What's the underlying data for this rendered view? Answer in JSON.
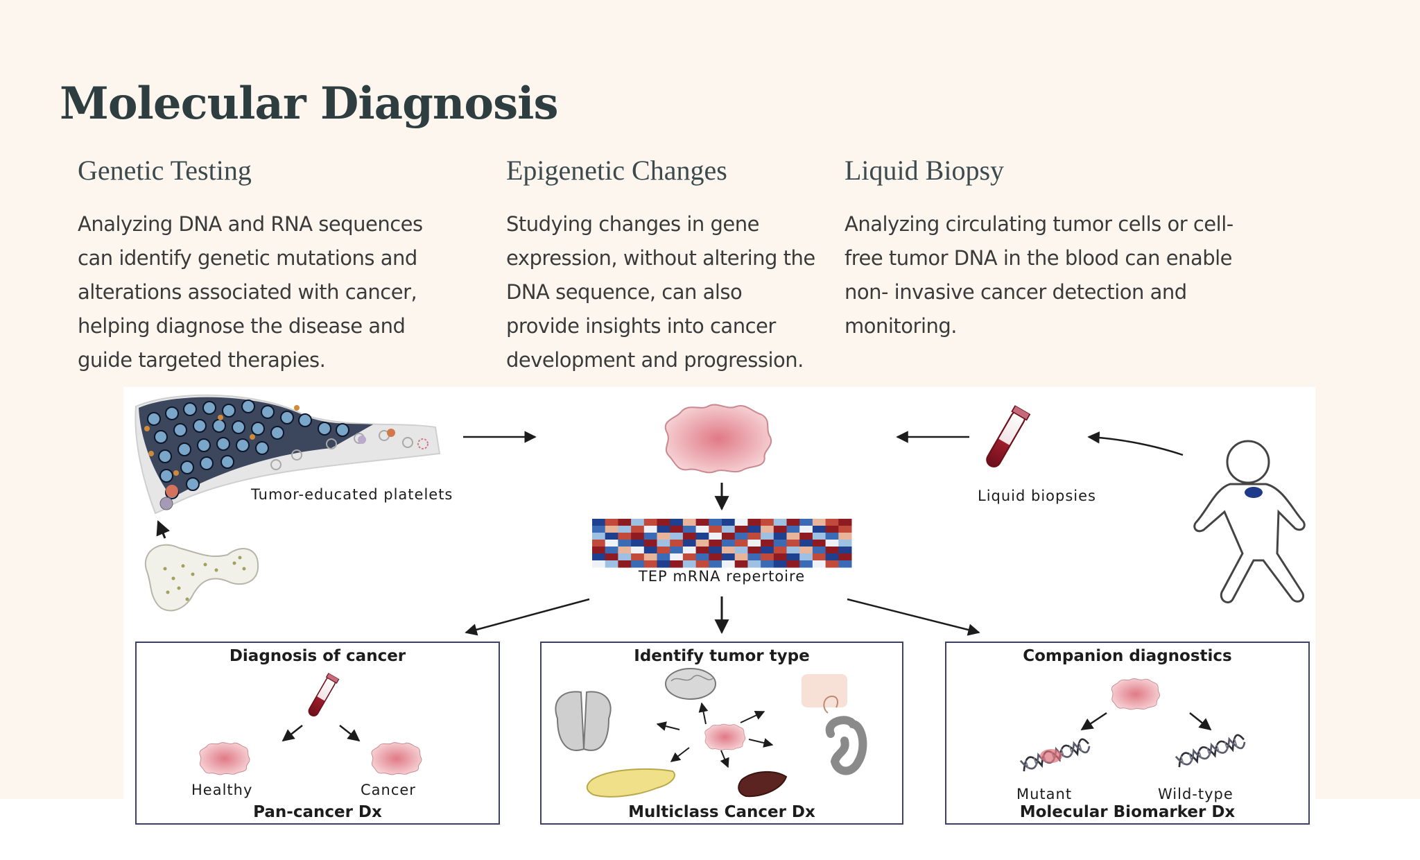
{
  "slide": {
    "title": "Molecular Diagnosis",
    "columns": [
      {
        "heading": "Genetic Testing",
        "lines": [
          "Analyzing DNA and RNA sequences",
          "can identify genetic mutations and",
          "alterations associated with cancer,",
          "helping diagnose the disease and",
          "guide targeted therapies."
        ]
      },
      {
        "heading": "Epigenetic Changes",
        "lines": [
          "Studying changes in gene",
          "expression, without altering the",
          "DNA sequence, can also",
          "provide insights into cancer",
          "development and progression."
        ]
      },
      {
        "heading": "Liquid Biopsy",
        "lines": [
          "Analyzing circulating tumor cells or cell-",
          "free tumor DNA in the blood can enable",
          "non- invasive cancer detection and",
          "monitoring."
        ]
      }
    ]
  },
  "figure": {
    "labels": {
      "platelets": "Tumor-educated platelets",
      "liquid_biopsies": "Liquid biopsies",
      "repertoire": "TEP mRNA repertoire"
    },
    "boxes": [
      {
        "title": "Diagnosis of cancer",
        "left_label": "Healthy",
        "right_label": "Cancer",
        "footer": "Pan-cancer Dx"
      },
      {
        "title": "Identify tumor type",
        "footer": "Multiclass Cancer Dx"
      },
      {
        "title": "Companion diagnostics",
        "left_label": "Mutant",
        "right_label": "Wild-type",
        "footer": "Molecular Biomarker Dx"
      }
    ],
    "heatmap_colors": [
      "#1f3f8f",
      "#3b6bb5",
      "#9ec1e3",
      "#eef2f7",
      "#e8b49a",
      "#c24a3a",
      "#8e1b22"
    ],
    "heatmap_grid": [
      [
        0,
        5,
        6,
        2,
        5,
        6,
        0,
        4,
        6,
        1,
        0,
        3,
        6,
        5,
        2,
        6,
        1,
        4,
        5,
        6
      ],
      [
        1,
        4,
        2,
        5,
        3,
        0,
        6,
        1,
        3,
        5,
        2,
        6,
        0,
        4,
        6,
        1,
        3,
        0,
        6,
        5
      ],
      [
        2,
        0,
        5,
        6,
        1,
        4,
        2,
        6,
        0,
        3,
        6,
        1,
        5,
        2,
        0,
        4,
        6,
        2,
        1,
        4
      ],
      [
        5,
        3,
        1,
        0,
        6,
        2,
        5,
        0,
        4,
        6,
        1,
        5,
        3,
        6,
        1,
        5,
        0,
        6,
        3,
        2
      ],
      [
        6,
        1,
        4,
        3,
        0,
        5,
        1,
        3,
        6,
        0,
        4,
        2,
        6,
        0,
        5,
        2,
        4,
        1,
        6,
        0
      ],
      [
        0,
        6,
        2,
        5,
        4,
        1,
        3,
        5,
        1,
        6,
        0,
        4,
        1,
        5,
        6,
        0,
        2,
        5,
        0,
        6
      ],
      [
        3,
        2,
        6,
        1,
        5,
        0,
        6,
        2,
        5,
        1,
        3,
        6,
        2,
        1,
        0,
        6,
        1,
        3,
        5,
        1
      ]
    ]
  }
}
